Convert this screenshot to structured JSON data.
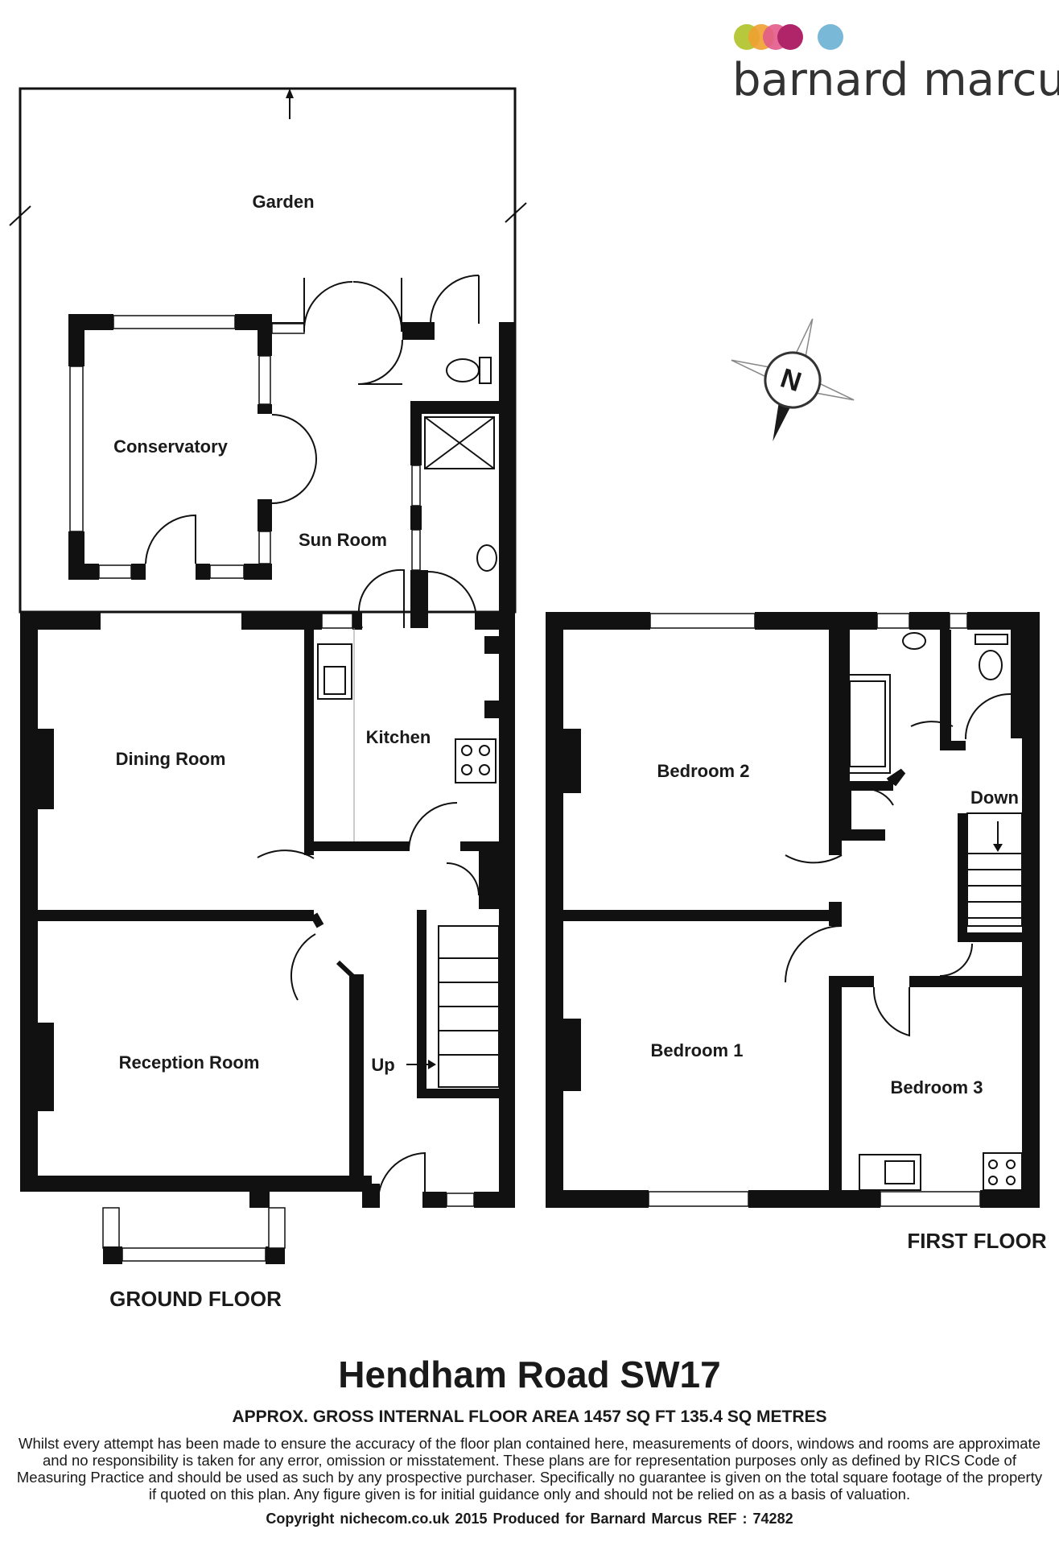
{
  "brand": {
    "name": "barnard marcus",
    "dot_colors": [
      "#b8c83c",
      "#f0a030",
      "#e25a8a",
      "#b0256a",
      "#7ab8d8"
    ]
  },
  "compass": {
    "letter": "N"
  },
  "rooms": {
    "garden": "Garden",
    "conservatory": "Conservatory",
    "sun_room": "Sun Room",
    "dining_room": "Dining Room",
    "kitchen": "Kitchen",
    "reception_room": "Reception Room",
    "up": "Up",
    "bedroom_1": "Bedroom 1",
    "bedroom_2": "Bedroom 2",
    "bedroom_3": "Bedroom 3",
    "down": "Down"
  },
  "floors": {
    "ground": "GROUND FLOOR",
    "first": "FIRST FLOOR"
  },
  "footer": {
    "title": "Hendham Road  SW17",
    "area": "APPROX. GROSS INTERNAL FLOOR AREA 1457 SQ FT 135.4 SQ METRES",
    "disclaimer": "Whilst every attempt has been made to ensure the accuracy of the floor plan contained here, measurements of doors, windows and rooms are approximate and no responsibility is taken for any error, omission or misstatement. These plans are for representation purposes only as defined by RICS Code of Measuring Practice and should be used as such by any prospective purchaser.  Specifically no guarantee is given on the total square footage of the property if quoted on this plan. Any figure given is for initial guidance only and should not be relied on as a basis of valuation.",
    "copyright": "Copyright nichecom.co.uk 2015    Produced for Barnard Marcus    REF : 74282"
  }
}
